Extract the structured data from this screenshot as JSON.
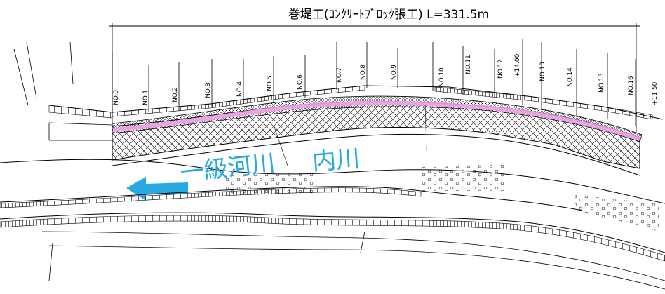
{
  "title": "巻堤工(ｺﾝｸﾘｰﾄﾌﾞﾛｯｸ張工) L=331.5m",
  "river": {
    "label_left": "一級河川",
    "label_right": "内川",
    "flow_direction": "left",
    "label_color": "#27a9e1",
    "arrow_color": "#27a9e1"
  },
  "revetment_color": "#f29ee8",
  "stations": [
    "NO.0",
    "NO.1",
    "NO.2",
    "NO.3",
    "NO.4",
    "NO.5",
    "NO.6",
    "NO.7",
    "NO.8",
    "NO.9",
    "NO.10",
    "NO.11",
    "NO.12",
    "+14.00",
    "NO.13",
    "NO.14",
    "NO.15",
    "NO.16",
    "+11.50"
  ]
}
